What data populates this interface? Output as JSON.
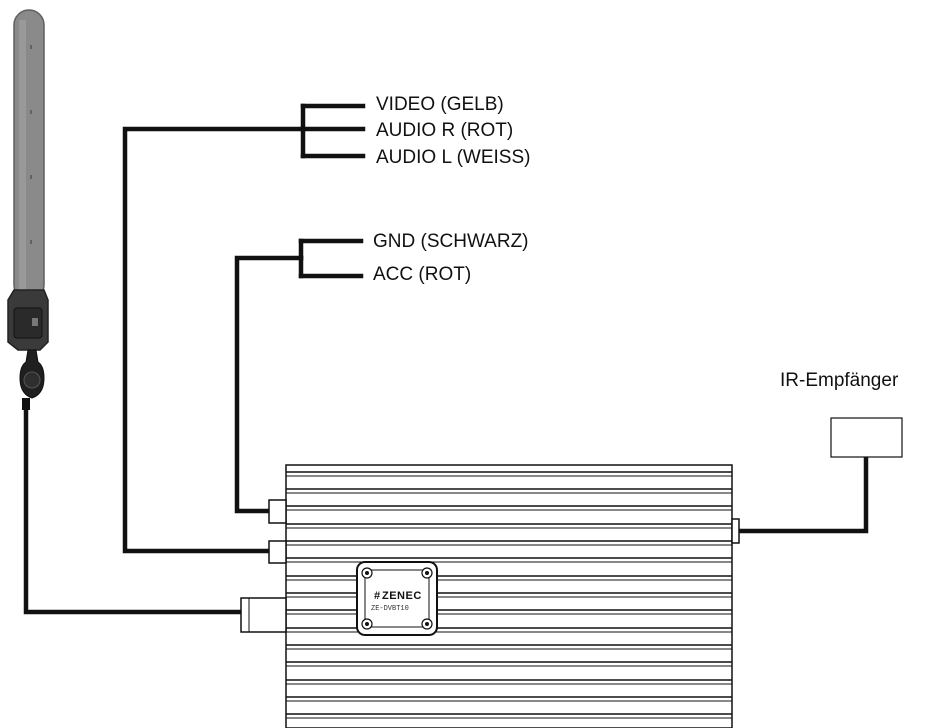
{
  "cable_groups": {
    "av": {
      "labels": [
        "VIDEO (GELB)",
        "AUDIO R (ROT)",
        "AUDIO L (WEISS)"
      ]
    },
    "power": {
      "labels": [
        "GND (SCHWARZ)",
        "ACC (ROT)"
      ]
    }
  },
  "ir_receiver": {
    "label": "IR-Empfänger"
  },
  "tuner": {
    "brand": "ZENEC",
    "model": "ZE-DVBT10"
  },
  "colors": {
    "line": "#111111",
    "antenna": "#8a8a8a",
    "body_background": "#ffffff"
  },
  "icons": [
    "antenna-icon",
    "tuner-box-icon",
    "ir-receiver-icon"
  ]
}
